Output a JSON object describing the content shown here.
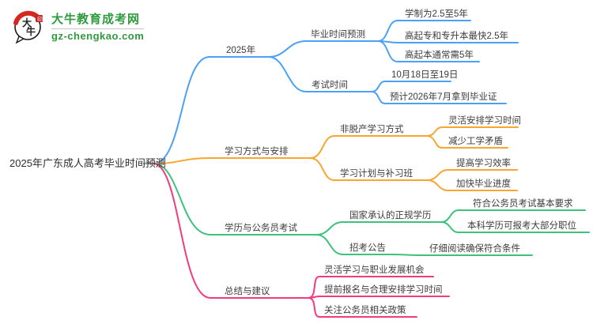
{
  "logo": {
    "mark_chars": "大牛",
    "title": "大牛教育成考网",
    "domain": "gz-chengkao.com",
    "green": "#2E9B3E",
    "red": "#D5281E"
  },
  "root": {
    "label": "2025年广东成人高考毕业时间预测"
  },
  "branches": [
    {
      "label": "2025年",
      "color": "#4BA1F5",
      "children": [
        {
          "label": "毕业时间预测",
          "children": [
            {
              "label": "学制为2.5至5年"
            },
            {
              "label": "高起专和专升本最快2.5年"
            },
            {
              "label": "高起本通常需5年"
            }
          ]
        },
        {
          "label": "考试时间",
          "children": [
            {
              "label": "10月18日至19日"
            },
            {
              "label": "预计2026年7月拿到毕业证"
            }
          ]
        }
      ]
    },
    {
      "label": "学习方式与安排",
      "color": "#F8A62F",
      "children": [
        {
          "label": "非脱产学习方式",
          "children": [
            {
              "label": "灵活安排学习时间"
            },
            {
              "label": "减少工学矛盾"
            }
          ]
        },
        {
          "label": "学习计划与补习班",
          "children": [
            {
              "label": "提高学习效率"
            },
            {
              "label": "加快毕业进度"
            }
          ]
        }
      ]
    },
    {
      "label": "学历与公务员考试",
      "color": "#3DC17D",
      "children": [
        {
          "label": "国家承认的正规学历",
          "children": [
            {
              "label": "符合公务员考试基本要求"
            },
            {
              "label": "本科学历可报考大部分职位"
            }
          ]
        },
        {
          "label": "招考公告",
          "children": [
            {
              "label": "仔细阅读确保符合条件"
            }
          ]
        }
      ]
    },
    {
      "label": "总结与建议",
      "color": "#F23A7D",
      "children": [
        {
          "label": "灵活学习与职业发展机会"
        },
        {
          "label": "提前报名与合理安排学习时间"
        },
        {
          "label": "关注公务员相关政策"
        }
      ]
    }
  ]
}
